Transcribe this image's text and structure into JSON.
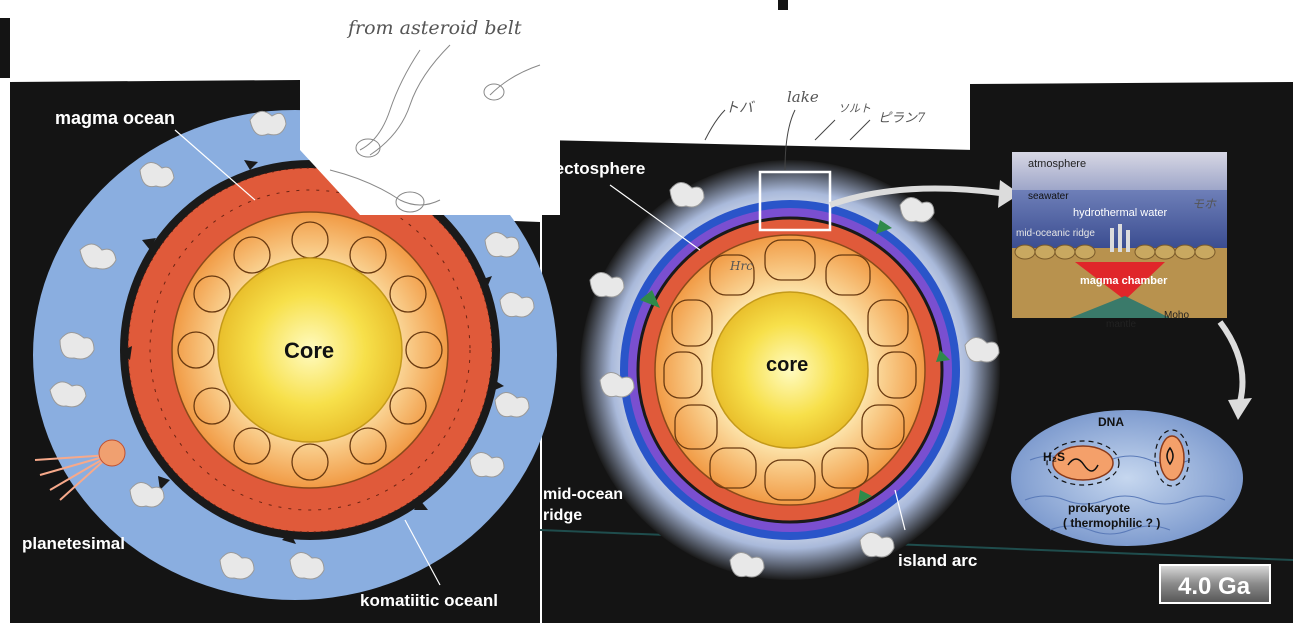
{
  "left_panel": {
    "core_label": "Core",
    "magma_ocean_label": "magma ocean",
    "planetesimal_label": "planetesimal",
    "komatiitic_label": "komatiitic oceanl"
  },
  "handwritten": {
    "asteroid_note": "from asteroid belt",
    "lake_note": "lake",
    "note_1": "トバ",
    "note_2": "ソルト",
    "note_3": "ピラン7",
    "note_4": "Hrc",
    "note_5": "モホ",
    "note_6": "トバ"
  },
  "middle_panel": {
    "core_label": "core",
    "tectosphere_label": "tectosphere",
    "mid_ocean_ridge_label_1": "mid-ocean",
    "mid_ocean_ridge_label_2": "ridge",
    "island_arc_label": "island arc"
  },
  "inset": {
    "atmosphere_label": "atmosphere",
    "seawater_label": "seawater",
    "hydrothermal_label": "hydrothermal water",
    "mid_oceanic_ridge_label": "mid-oceanic ridge",
    "magma_chamber_label": "magma chamber",
    "mantle_label": "mantle",
    "moho_label": "Moho"
  },
  "ellipse": {
    "h2s_label": "H₂S",
    "dna_label": "DNA",
    "prokaryote_label": "prokaryote",
    "thermophilic_label": "( thermophilic ? )"
  },
  "age_badge": "4.0 Ga",
  "colors": {
    "background": "#141414",
    "ocean_blue": "#8aaee0",
    "magma_red": "#e05a3a",
    "core_yellow": "#f7e04a",
    "mantle_orange": "#f6b35b"
  }
}
